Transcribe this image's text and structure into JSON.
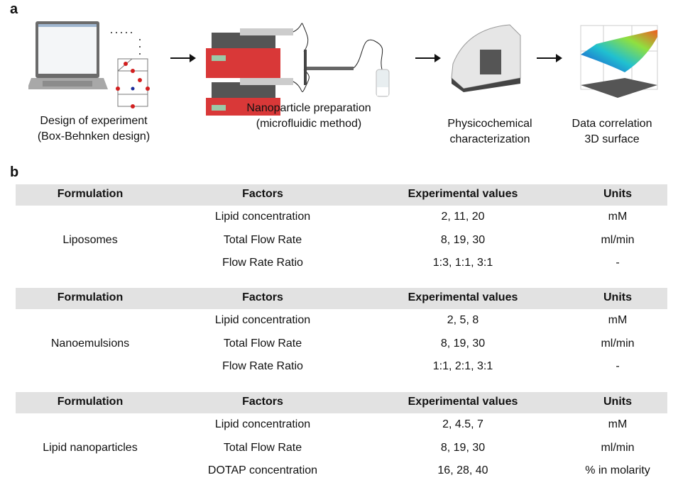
{
  "panel_a": {
    "label": "a",
    "steps": [
      {
        "line1": "Design of experiment",
        "line2": "(Box-Behnken design)"
      },
      {
        "line1": "Nanoparticle preparation",
        "line2": "(microfluidic method)"
      },
      {
        "line1": "Physicochemical",
        "line2": "characterization"
      },
      {
        "line1": "Data correlation",
        "line2": "3D surface"
      }
    ]
  },
  "panel_b": {
    "label": "b",
    "headers": [
      "Formulation",
      "Factors",
      "Experimental values",
      "Units"
    ],
    "groups": [
      {
        "formulation": "Liposomes",
        "rows": [
          [
            "Lipid concentration",
            "2, 11, 20",
            "mM"
          ],
          [
            "Total Flow Rate",
            "8, 19, 30",
            "ml/min"
          ],
          [
            "Flow Rate Ratio",
            "1:3, 1:1, 3:1",
            "-"
          ]
        ]
      },
      {
        "formulation": "Nanoemulsions",
        "rows": [
          [
            "Lipid concentration",
            "2, 5, 8",
            "mM"
          ],
          [
            "Total Flow Rate",
            "8, 19, 30",
            "ml/min"
          ],
          [
            "Flow Rate Ratio",
            "1:1, 2:1, 3:1",
            "-"
          ]
        ]
      },
      {
        "formulation": "Lipid nanoparticles",
        "rows": [
          [
            "Lipid concentration",
            "2, 4.5, 7",
            "mM"
          ],
          [
            "Total Flow Rate",
            "8, 19, 30",
            "ml/min"
          ],
          [
            "DOTAP concentration",
            "16, 28, 40",
            "% in molarity"
          ]
        ]
      }
    ]
  }
}
